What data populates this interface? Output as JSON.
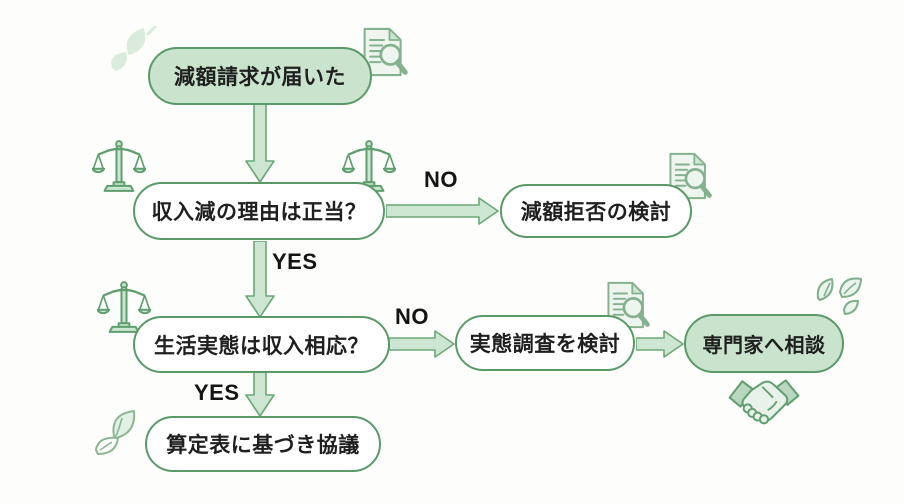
{
  "flowchart": {
    "nodes": [
      {
        "id": "start",
        "label": "減額請求が届いた",
        "style": "filled"
      },
      {
        "id": "q1",
        "label": "収入減の理由は正当？",
        "style": "outline"
      },
      {
        "id": "reject",
        "label": "減額拒否の検討",
        "style": "outline"
      },
      {
        "id": "q2",
        "label": "生活実態は収入相応？",
        "style": "outline"
      },
      {
        "id": "investigate",
        "label": "実態調査を検討",
        "style": "outline"
      },
      {
        "id": "expert",
        "label": "専門家へ相談",
        "style": "filled"
      },
      {
        "id": "negotiate",
        "label": "算定表に基づき協議",
        "style": "outline"
      }
    ],
    "edges": [
      {
        "from": "start",
        "to": "q1",
        "label": ""
      },
      {
        "from": "q1",
        "to": "reject",
        "label": "NO"
      },
      {
        "from": "q1",
        "to": "q2",
        "label": "YES"
      },
      {
        "from": "q2",
        "to": "investigate",
        "label": "NO"
      },
      {
        "from": "investigate",
        "to": "expert",
        "label": ""
      },
      {
        "from": "q2",
        "to": "negotiate",
        "label": "YES"
      }
    ],
    "icons": [
      {
        "name": "document-magnifier-icon",
        "count": 3
      },
      {
        "name": "scales-icon",
        "count": 3
      },
      {
        "name": "handshake-icon",
        "count": 1
      },
      {
        "name": "leaf-icon",
        "count": 3
      }
    ],
    "colors": {
      "background": "#fdfdfb",
      "node_fill_green": "#c9e3cd",
      "node_fill_white": "#ffffff",
      "node_border": "#5a9a68",
      "arrow_fill": "#cde6d1",
      "arrow_stroke": "#6ba877",
      "icon_stroke": "#7fae8a",
      "icon_fill": "#eef5ee",
      "leaf_fill": "#d9ecdc",
      "text": "#1f1f1f"
    }
  }
}
